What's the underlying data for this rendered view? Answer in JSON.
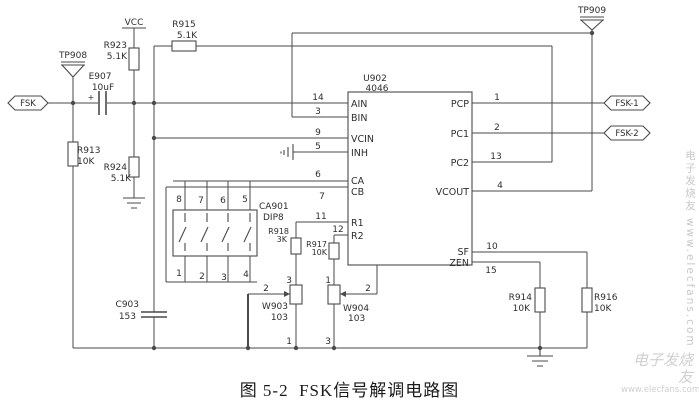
{
  "colors": {
    "background": "#ffffff",
    "wire": "#4a4a4a",
    "text": "#2e2e2e",
    "caption": "#1a1a1a",
    "watermark": "#c8c8c8"
  },
  "caption": "图 5-2  FSK信号解调电路图",
  "watermark": {
    "vertical": "电子发烧友 www.elecfans.com",
    "brand": "电子发烧友",
    "site": "www.elecfans.com"
  },
  "power": {
    "vcc": "VCC"
  },
  "test_points": {
    "tp908": "TP908",
    "tp909": "TP909"
  },
  "connectors": {
    "input": "FSK",
    "output1": "FSK-1",
    "output2": "FSK-2"
  },
  "ic": {
    "ref": "U902",
    "part": "4046",
    "left_pins": [
      {
        "num": "14",
        "name": "AIN"
      },
      {
        "num": "3",
        "name": "BIN"
      },
      {
        "num": "9",
        "name": "VCIN"
      },
      {
        "num": "5",
        "name": "INH"
      },
      {
        "num": "6",
        "name": "CA"
      },
      {
        "num": "7",
        "name": "CB"
      },
      {
        "num": "11",
        "name": "R1"
      },
      {
        "num": "12",
        "name": "R2"
      }
    ],
    "right_pins": [
      {
        "num": "1",
        "name": "PCP"
      },
      {
        "num": "2",
        "name": "PC1"
      },
      {
        "num": "13",
        "name": "PC2"
      },
      {
        "num": "4",
        "name": "VCOUT"
      },
      {
        "num": "10",
        "name": "SF"
      },
      {
        "num": "15",
        "name": "ZEN"
      }
    ]
  },
  "dip_switch": {
    "ref": "CA901",
    "type": "DIP8",
    "top_pins": [
      "8",
      "7",
      "6",
      "5"
    ],
    "bottom_pins": [
      "1",
      "2",
      "3",
      "4"
    ]
  },
  "resistors": {
    "r915": {
      "ref": "R915",
      "value": "5.1K"
    },
    "r923": {
      "ref": "R923",
      "value": "5.1K"
    },
    "r924": {
      "ref": "R924",
      "value": "5.1K"
    },
    "r913": {
      "ref": "R913",
      "value": "10K"
    },
    "r918": {
      "ref": "R918",
      "value": "3K"
    },
    "r917": {
      "ref": "R917",
      "value": "10K"
    },
    "r914": {
      "ref": "R914",
      "value": "10K"
    },
    "r916": {
      "ref": "R916",
      "value": "10K"
    }
  },
  "capacitors": {
    "e907": {
      "ref": "E907",
      "value": "10uF",
      "polarity": "+"
    },
    "c903": {
      "ref": "C903",
      "value": "153"
    }
  },
  "potentiometers": {
    "w903": {
      "ref": "W903",
      "value": "103",
      "pin_top": "3",
      "pin_wiper": "2",
      "pin_bottom": "1"
    },
    "w904": {
      "ref": "W904",
      "value": "103",
      "pin_top": "1",
      "pin_wiper": "2",
      "pin_bottom": "3"
    }
  }
}
